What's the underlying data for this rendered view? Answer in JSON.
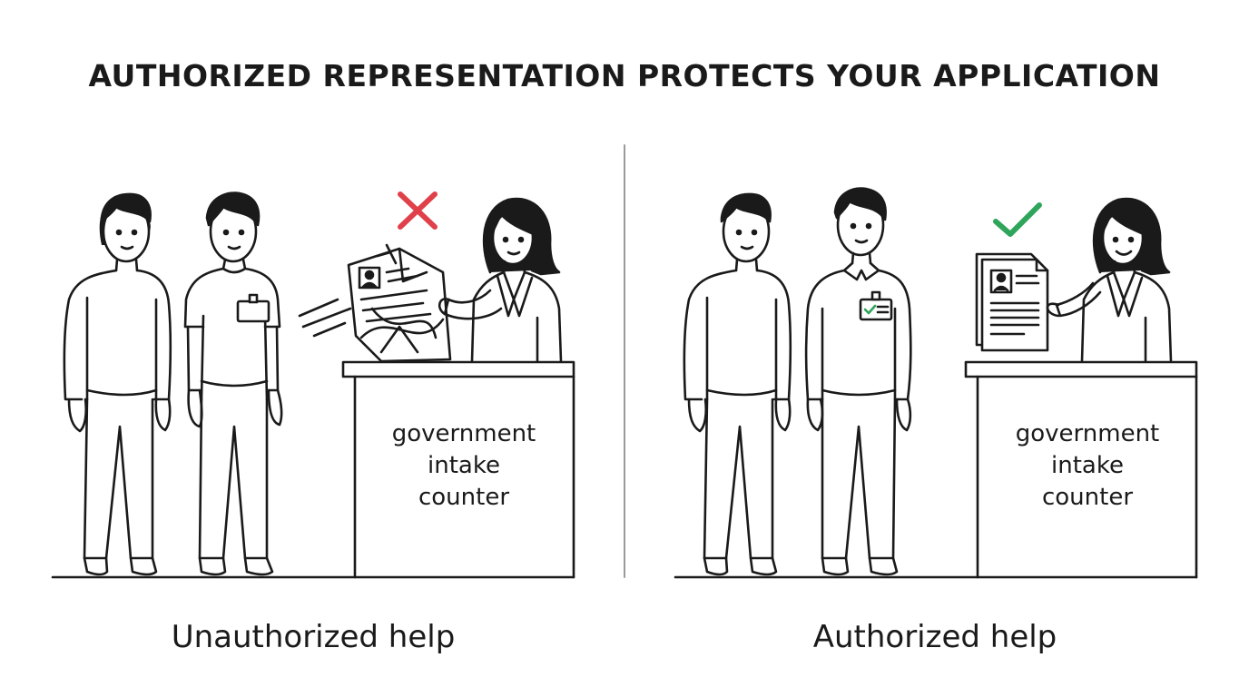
{
  "title": "AUTHORIZED REPRESENTATION PROTECTS YOUR APPLICATION",
  "panels": {
    "left": {
      "caption": "Unauthorized help",
      "desk_label": [
        "government",
        "intake",
        "counter"
      ],
      "status_icon": "x-mark-icon",
      "status_color": "#e0404a"
    },
    "right": {
      "caption": "Authorized help",
      "desk_label": [
        "government",
        "intake",
        "counter"
      ],
      "status_icon": "checkmark-icon",
      "status_color": "#2ea55a"
    }
  },
  "colors": {
    "line": "#1a1a1a",
    "divider": "#9a9a9a",
    "background": "#ffffff"
  }
}
